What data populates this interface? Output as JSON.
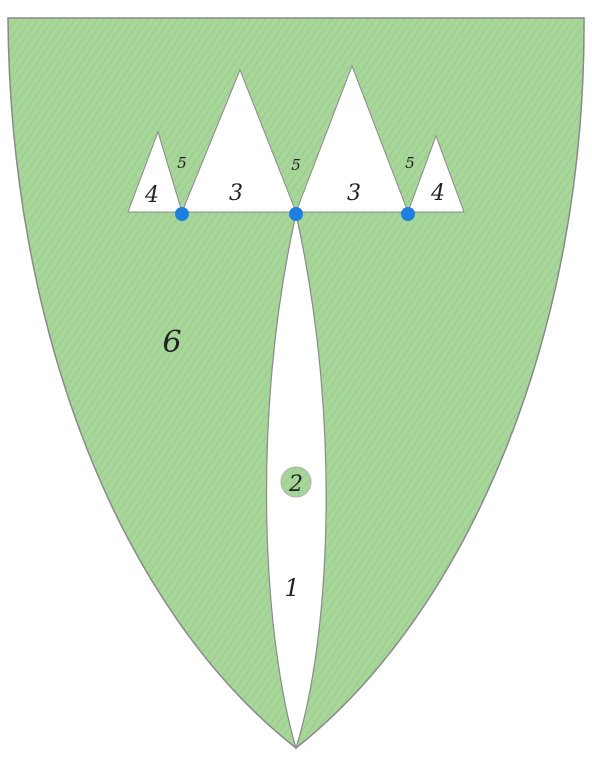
{
  "diagram": {
    "colors": {
      "shield_fill": "#9fd08f",
      "shield_fill_dark": "#7fbf6e",
      "cutout_fill": "#ffffff",
      "outline": "#8a8a8a",
      "dot": "#1f7fe0"
    },
    "labels": {
      "region_1": "1",
      "region_2": "2",
      "region_3_left": "3",
      "region_3_right": "3",
      "region_4_left": "4",
      "region_4_right": "4",
      "region_5_left": "5",
      "region_5_center": "5",
      "region_5_right": "5",
      "region_6": "6"
    },
    "points": {
      "count": 3
    }
  }
}
